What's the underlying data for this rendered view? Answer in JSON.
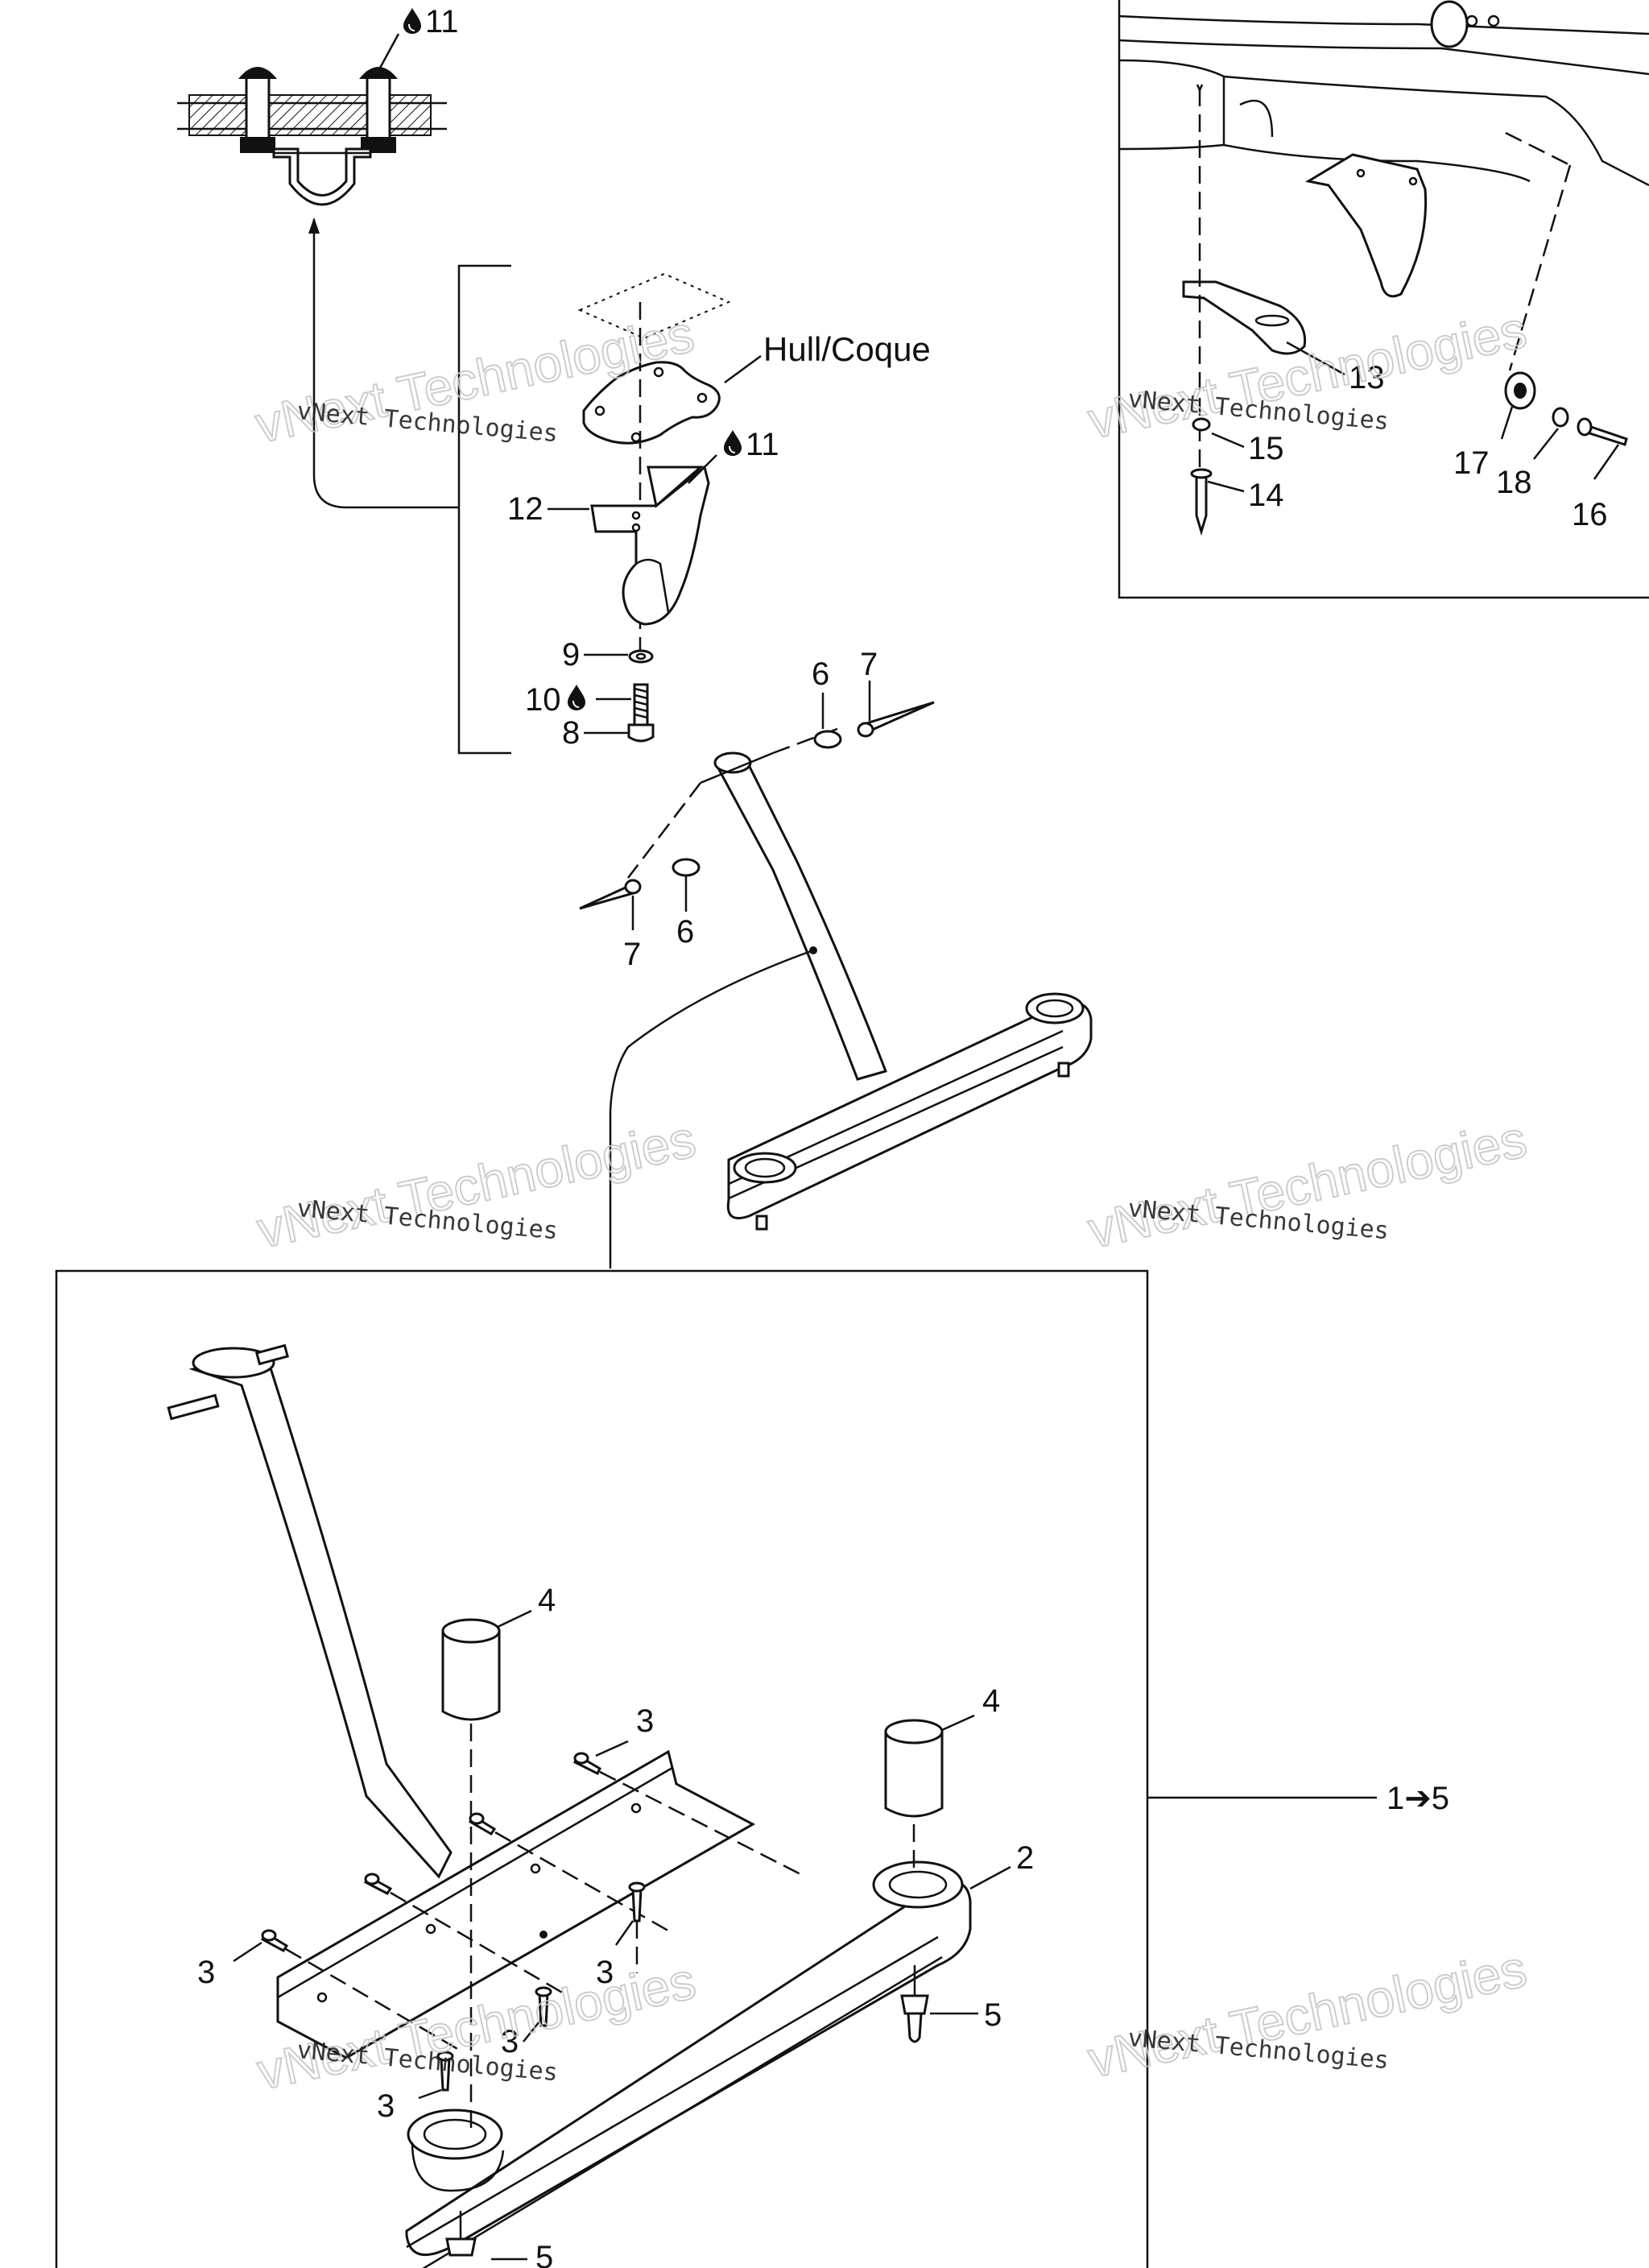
{
  "labels": {
    "top_seal": "11",
    "hull": "Hull/Coque",
    "p11": "11",
    "p12": "12",
    "p9": "9",
    "p10": "10",
    "p8": "8",
    "p6a": "6",
    "p7a": "7",
    "p6b": "6",
    "p7b": "7",
    "p13": "13",
    "p15": "15",
    "p14": "14",
    "p17": "17",
    "p18": "18",
    "p16": "16",
    "p4a": "4",
    "p4b": "4",
    "p3a": "3",
    "p3b": "3",
    "p3c": "3",
    "p3d": "3",
    "p3e": "3",
    "p2": "2",
    "p5a": "5",
    "p5b": "5",
    "assembly": "1➔5"
  },
  "watermark": {
    "line1": "vNext Technologies",
    "big": "vNext Technologies"
  },
  "icons": [
    "sealant-drop-icon",
    "arrow-icon"
  ]
}
